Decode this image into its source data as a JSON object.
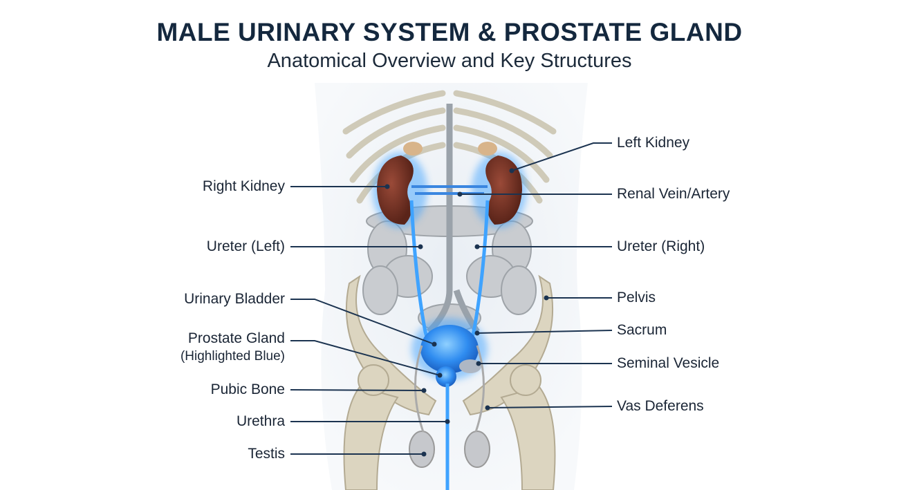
{
  "header": {
    "title": "MALE URINARY SYSTEM & PROSTATE GLAND",
    "subtitle": "Anatomical Overview and Key Structures"
  },
  "labels_left": [
    {
      "text": "Right Kidney"
    },
    {
      "text": "Ureter (Left)"
    },
    {
      "text": "Urinary Bladder"
    },
    {
      "text": "Prostate Gland",
      "note": "(Highlighted Blue)"
    },
    {
      "text": "Pubic Bone"
    },
    {
      "text": "Urethra"
    },
    {
      "text": "Testis"
    }
  ],
  "labels_right": [
    {
      "text": "Left Kidney"
    },
    {
      "text": "Renal Vein/Artery"
    },
    {
      "text": "Ureter (Right)"
    },
    {
      "text": "Pelvis"
    },
    {
      "text": "Sacrum"
    },
    {
      "text": "Seminal Vesicle"
    },
    {
      "text": "Vas Deferens"
    }
  ],
  "colors": {
    "title": "#14283e",
    "leader": "#1b3350",
    "highlight": "#2f8cf0",
    "kidney": "#7a3528",
    "bone": "#d9d3bf"
  }
}
